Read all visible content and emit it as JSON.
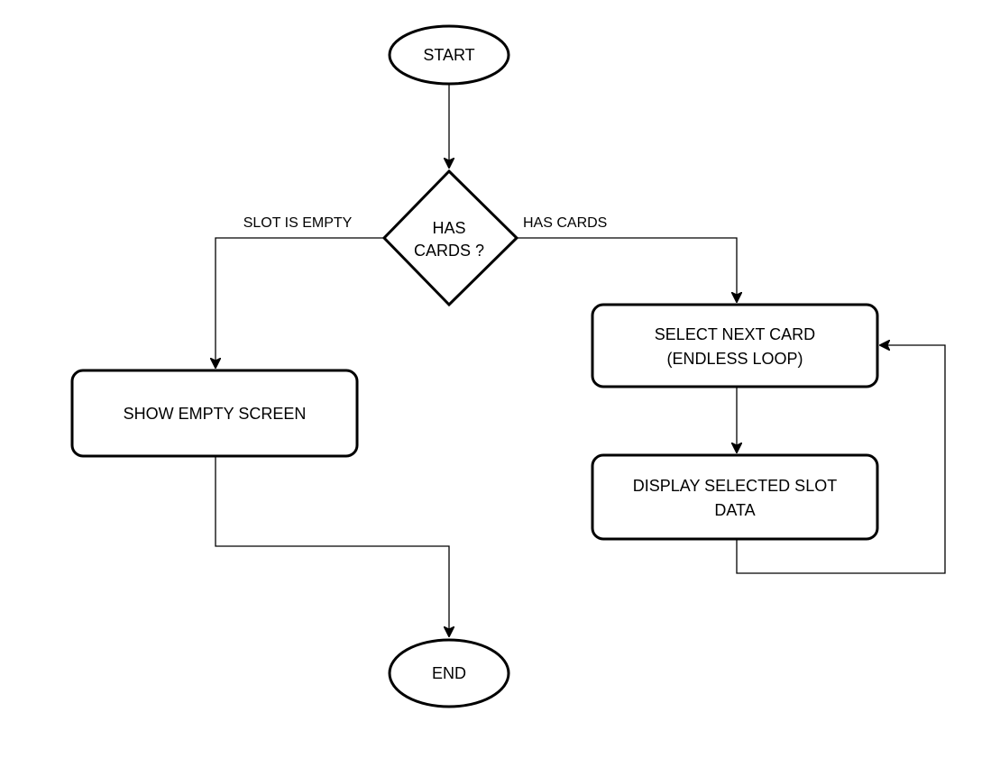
{
  "nodes": {
    "start": "START",
    "decision": [
      "HAS",
      "CARDS ?"
    ],
    "empty_screen": "SHOW EMPTY SCREEN",
    "select_card": [
      "SELECT NEXT CARD",
      "(ENDLESS LOOP)"
    ],
    "display_slot": [
      "DISPLAY SELECTED SLOT",
      "DATA"
    ],
    "end": "END"
  },
  "edges": {
    "no_cards": "SLOT IS EMPTY",
    "has_cards": "HAS CARDS"
  }
}
